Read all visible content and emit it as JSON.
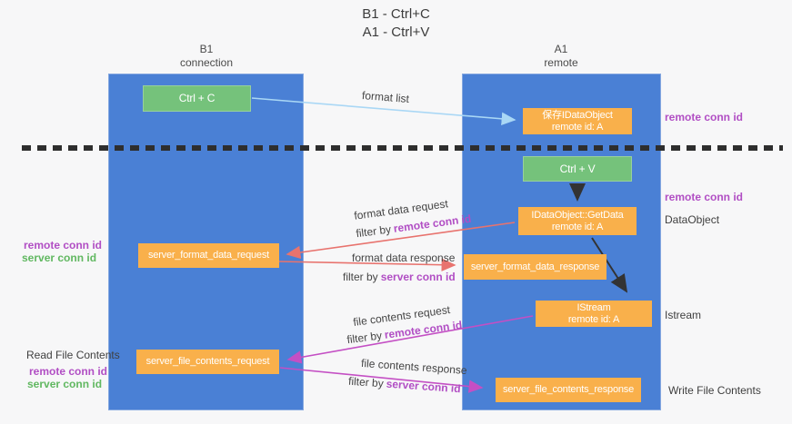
{
  "title": {
    "line1": "B1 - Ctrl+C",
    "line2": "A1 - Ctrl+V"
  },
  "columns": {
    "left": {
      "header_line1": "B1",
      "header_line2": "connection"
    },
    "right": {
      "header_line1": "A1",
      "header_line2": "remote"
    }
  },
  "nodes": {
    "ctrl_c": {
      "label": "Ctrl + C"
    },
    "save_idataobject": {
      "line1": "保存IDataObject",
      "line2": "remote id: A"
    },
    "ctrl_v": {
      "label": "Ctrl + V"
    },
    "getdata": {
      "line1": "IDataObject::GetData",
      "line2": "remote id: A"
    },
    "istream": {
      "line1": "IStream",
      "line2": "remote id: A"
    },
    "format_request": {
      "label": "server_format_data_request"
    },
    "format_response": {
      "label": "server_format_data_response"
    },
    "file_request": {
      "label": "server_file_contents_request"
    },
    "file_response": {
      "label": "server_file_contents_response"
    }
  },
  "annotations": {
    "format_list": "format list",
    "format_data_request": "format data request",
    "format_data_response": "format data response",
    "file_contents_request": "file contents request",
    "file_contents_response": "file contents response",
    "filter_by": "filter by",
    "remote_conn_id": "remote conn id",
    "server_conn_id": "server conn id",
    "read_file_contents": "Read File Contents",
    "write_file_contents": "Write File Contents",
    "dataobject": "DataObject",
    "istream": "Istream"
  },
  "colors": {
    "column_blue": "#4a80d5",
    "box_green": "#75c27b",
    "box_orange": "#f9b04b",
    "arrow_lightblue": "#a9d7f5",
    "arrow_red": "#e8736e",
    "arrow_magenta": "#c44fc4",
    "arrow_black": "#333333",
    "text_purple": "#b14ec4",
    "text_green": "#61b861",
    "dash_line": "#2e2e2e"
  }
}
